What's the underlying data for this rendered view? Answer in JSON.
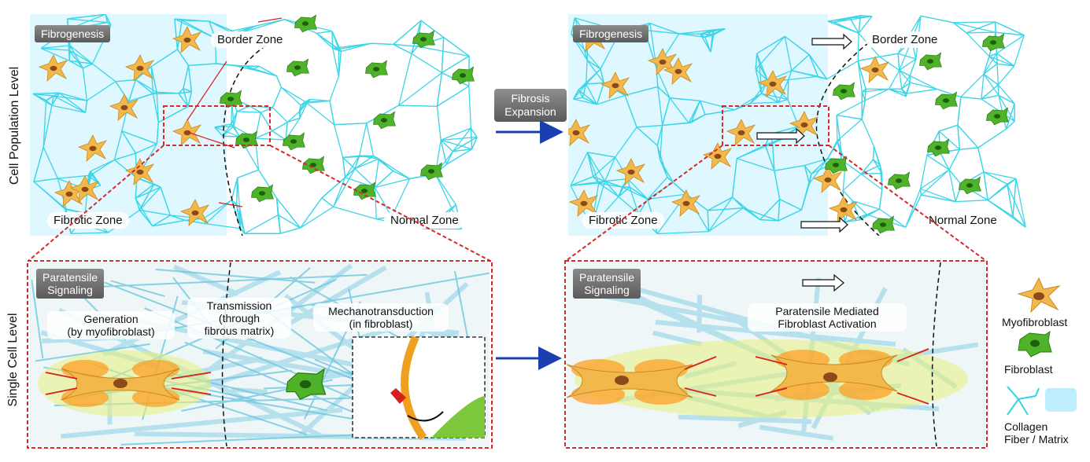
{
  "side_labels": {
    "population": "Cell Population Level",
    "single": "Single Cell Level"
  },
  "top_left": {
    "tag": "Fibrogenesis",
    "border_zone": "Border Zone",
    "fibrotic_zone": "Fibrotic Zone",
    "normal_zone": "Normal Zone"
  },
  "top_right": {
    "tag": "Fibrogenesis",
    "border_zone": "Border Zone",
    "fibrotic_zone": "Fibrotic Zone",
    "normal_zone": "Normal Zone"
  },
  "center_label": {
    "line1": "Fibrosis",
    "line2": "Expansion"
  },
  "bottom_left": {
    "tag_line1": "Paratensile",
    "tag_line2": "Signaling",
    "generation_line1": "Generation",
    "generation_line2": "(by myofibroblast)",
    "transmission_line1": "Transmission",
    "transmission_line2": "(through",
    "transmission_line3": "fibrous matrix)",
    "mechano_line1": "Mechanotransduction",
    "mechano_line2": "(in fibroblast)"
  },
  "bottom_right": {
    "tag_line1": "Paratensile",
    "tag_line2": "Signaling",
    "activation_line1": "Paratensile Mediated",
    "activation_line2": "Fibroblast Activation"
  },
  "legend": {
    "myofibroblast": "Myofibroblast",
    "fibroblast": "Fibroblast",
    "collagen_line1": "Collagen",
    "collagen_line2": "Fiber / Matrix"
  },
  "colors": {
    "fiber": "#33d4e6",
    "myofibroblast": "#f2b84b",
    "myofibroblast_nucleus": "#8a4a1c",
    "fibroblast": "#4fb32a",
    "fibroblast_nucleus": "#1d5e10",
    "arrow_red": "#d61f1f",
    "arrow_blue": "#1b3fb0",
    "box_red": "#d42a2a",
    "matrix_fill": "#bfefff"
  },
  "icons": {
    "myofibroblast": "myofibroblast-cell-icon",
    "fibroblast": "fibroblast-cell-icon",
    "collagen": "collagen-fiber-icon"
  }
}
